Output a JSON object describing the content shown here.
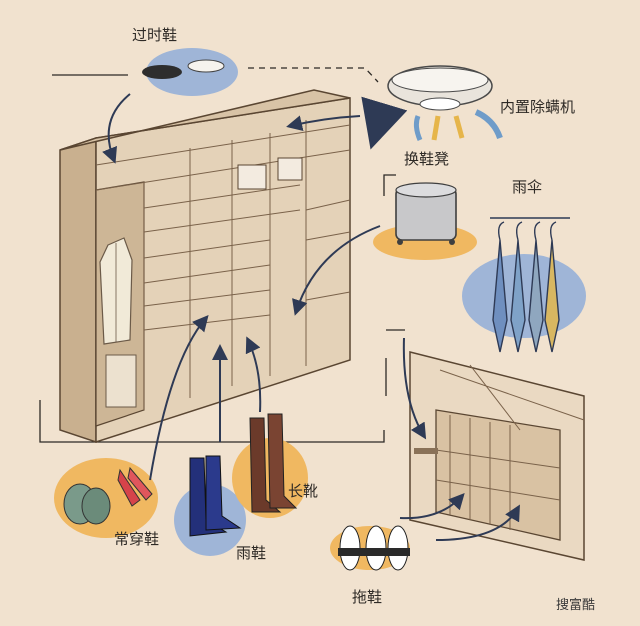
{
  "labels": {
    "outdated_shoes": "过时鞋",
    "built_in_mite_remover": "内置除螨机",
    "shoe_changing_stool": "换鞋凳",
    "umbrella": "雨伞",
    "everyday_shoes": "常穿鞋",
    "rain_boots": "雨鞋",
    "long_boots": "长靴",
    "slippers": "拖鞋"
  },
  "watermark": "搜富酷",
  "colors": {
    "background": "#f1e2cf",
    "blue_blob": "#9fb5d7",
    "orange_blob": "#f0b861",
    "wood": "#d8c3a6",
    "wood_dark": "#9c7f62",
    "airflow_blue": "#6f9cc9",
    "airflow_yellow": "#e6b54a"
  }
}
